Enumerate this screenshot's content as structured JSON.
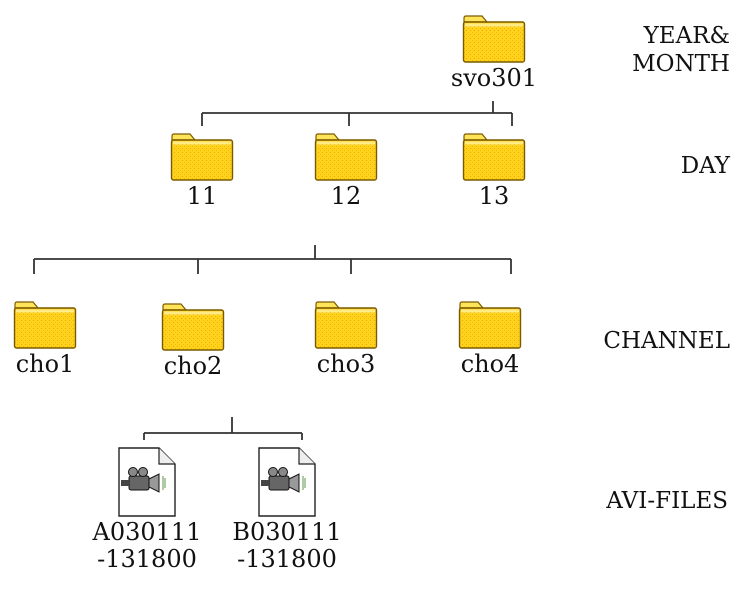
{
  "levels": {
    "year_month_1": "YEAR&",
    "year_month_2": "MONTH",
    "day": "DAY",
    "channel": "CHANNEL",
    "avi_files": "AVI-FILES"
  },
  "root": {
    "label": "svo301"
  },
  "days": [
    {
      "label": "11"
    },
    {
      "label": "12"
    },
    {
      "label": "13"
    }
  ],
  "channels": [
    {
      "label": "cho1"
    },
    {
      "label": "cho2"
    },
    {
      "label": "cho3"
    },
    {
      "label": "cho4"
    }
  ],
  "files": [
    {
      "line1": "A030111",
      "line2": "-131800"
    },
    {
      "line1": "B030111",
      "line2": "-131800"
    }
  ],
  "colors": {
    "folder_fill": "#FFD21E",
    "folder_shade": "#E9A800",
    "folder_outline": "#7A5A00",
    "connector": "#333333"
  }
}
